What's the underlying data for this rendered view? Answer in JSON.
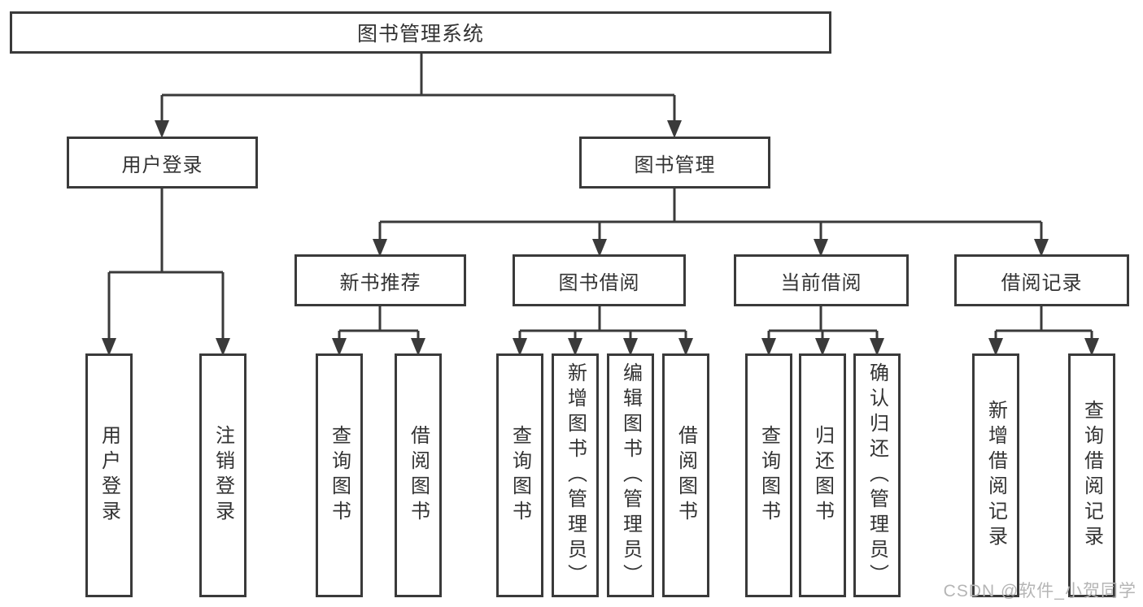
{
  "diagram": {
    "root": {
      "label": "图书管理系统"
    },
    "level2": [
      {
        "label": "用户登录"
      },
      {
        "label": "图书管理"
      }
    ],
    "level3": [
      {
        "label": "新书推荐"
      },
      {
        "label": "图书借阅"
      },
      {
        "label": "当前借阅"
      },
      {
        "label": "借阅记录"
      }
    ],
    "leaves": {
      "user_login": [
        "用户登录",
        "注销登录"
      ],
      "new_book": [
        "查询图书",
        "借阅图书"
      ],
      "book_borrow": [
        "查询图书",
        "新增图书（管理员）",
        "编辑图书（管理员）",
        "借阅图书"
      ],
      "current_borrow": [
        "查询图书",
        "归还图书",
        "确认归还（管理员）"
      ],
      "borrow_record": [
        "新增借阅记录",
        "查询借阅记录"
      ]
    }
  },
  "watermark": {
    "text": "CSDN @软件_小贺同学"
  },
  "colors": {
    "line": "#3a3a3a",
    "text": "#333333",
    "watermark": "#b5b5b5",
    "background": "#ffffff"
  }
}
